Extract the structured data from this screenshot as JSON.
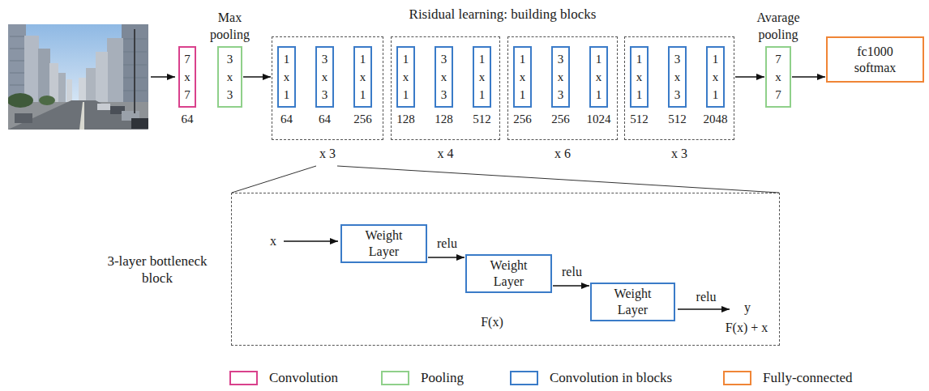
{
  "diagram": {
    "nodes": [
      {
        "text": [
          "7 x 7",
          "64"
        ]
      },
      {
        "text": [
          "Max pooling",
          "3 x 3"
        ]
      },
      {
        "text": [
          "x 3"
        ]
      },
      {
        "text": [
          "1 x 1",
          "64"
        ],
        "in": 2
      },
      {
        "text": [
          "3 x 3",
          "64"
        ],
        "in": 2
      },
      {
        "text": [
          "1 x 1",
          "256"
        ],
        "in": 2
      },
      {
        "text": [
          "x 4"
        ]
      },
      {
        "text": [
          "1 x 1",
          "128"
        ],
        "in": 6
      },
      {
        "text": [
          "3 x 3",
          "128"
        ],
        "in": 6
      },
      {
        "text": [
          "1 x 1",
          "512"
        ],
        "in": 6
      },
      {
        "text": [
          "x 6"
        ]
      },
      {
        "text": [
          "1 x 1",
          "256"
        ],
        "in": 10
      },
      {
        "text": [
          "3 x 3",
          "256"
        ],
        "in": 10
      },
      {
        "text": [
          "1 x 1",
          "1024"
        ],
        "in": 10
      },
      {
        "text": [
          "x 3"
        ]
      },
      {
        "text": [
          "1 x 1",
          "512"
        ],
        "in": 14
      },
      {
        "text": [
          "3 x 3",
          "512"
        ],
        "in": 14
      },
      {
        "text": [
          "1 x 1",
          "2048"
        ],
        "in": 14
      },
      {
        "text": [
          "Avarage pooling",
          "7 x 7"
        ]
      },
      {
        "text": [
          "fc1000 softmax"
        ]
      },
      {
        "text": [
          "3-layer bottleneck block"
        ]
      },
      {
        "text": [
          "Weight Layer"
        ],
        "in": 20
      },
      {
        "text": [
          "Weight Layer"
        ],
        "in": 20
      },
      {
        "text": [
          "Weight Layer"
        ],
        "in": 20
      }
    ],
    "edges": [
      {
        "from": 1,
        "to": 2,
        "arrow": "to"
      },
      {
        "from": 14,
        "to": 18,
        "arrow": "to"
      },
      {
        "from": 18,
        "to": 19,
        "arrow": "to"
      },
      {
        "from": 21,
        "to": 22,
        "label": "relu",
        "arrow": "to"
      },
      {
        "from": 22,
        "to": 23,
        "label": "relu",
        "arrow": "to"
      }
    ],
    "labels": [
      "Risidual learning: building blocks",
      "x",
      "relu",
      "y",
      "F(x)",
      "F(x) + x"
    ],
    "legend": [
      {
        "text": "Convolution",
        "color": "#d9418c"
      },
      {
        "text": "Pooling",
        "color": "#8fd08a"
      },
      {
        "text": "Convolution in blocks",
        "color": "#3a7bc8"
      },
      {
        "text": "Fully-connected",
        "color": "#f08536"
      }
    ]
  }
}
